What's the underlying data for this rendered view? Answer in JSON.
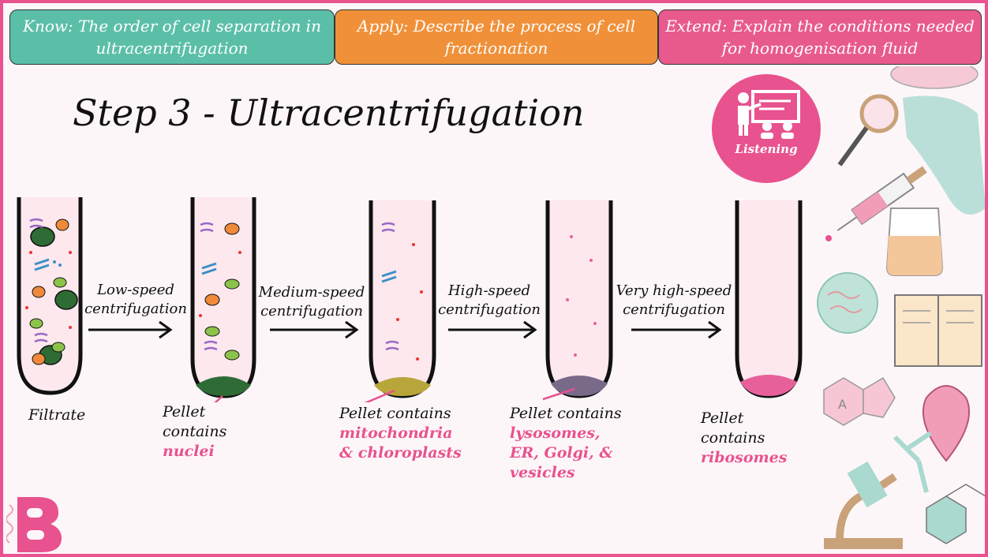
{
  "banners": {
    "know": {
      "text": "Know: The order of cell separation in ultracentrifugation",
      "color": "#5bbfa8"
    },
    "apply": {
      "text": "Apply: Describe the process of cell fractionation",
      "color": "#f0913a"
    },
    "extend": {
      "text": "Extend: Explain the conditions needed for homogenisation fluid",
      "color": "#e85a8e"
    }
  },
  "title": "Step 3 - Ultracentrifugation",
  "badge": {
    "label": "Listening",
    "icon": "teacher-presenting-icon",
    "color": "#e8528e"
  },
  "steps": [
    {
      "line1": "Low-speed",
      "line2": "centrifugation"
    },
    {
      "line1": "Medium-speed",
      "line2": "centrifugation"
    },
    {
      "line1": "High-speed",
      "line2": "centrifugation"
    },
    {
      "line1": "Very high-speed",
      "line2": "centrifugation"
    }
  ],
  "tubes": [
    {
      "label": "Filtrate"
    },
    {
      "prefix": "Pellet",
      "prefix2": "contains",
      "content": "nuclei",
      "pellet_color": "#2f6b35"
    },
    {
      "prefix": "Pellet contains",
      "content1": "mitochondria",
      "content2": "& chloroplasts",
      "pellet_color": "#b8a63a"
    },
    {
      "prefix": "Pellet contains",
      "content1": "lysosomes,",
      "content2": "ER, Golgi, &",
      "content3": "vesicles",
      "pellet_color": "#7a6a8a"
    },
    {
      "prefix": "Pellet",
      "prefix2": "contains",
      "content": "ribosomes",
      "pellet_color": "#e8609a"
    }
  ],
  "decor": {
    "right_panel": "science-equipment-illustrations",
    "logo": "b-logo-icon",
    "molecule_letter": "A"
  },
  "colors": {
    "accent": "#e8528e",
    "border": "#e8528e"
  }
}
